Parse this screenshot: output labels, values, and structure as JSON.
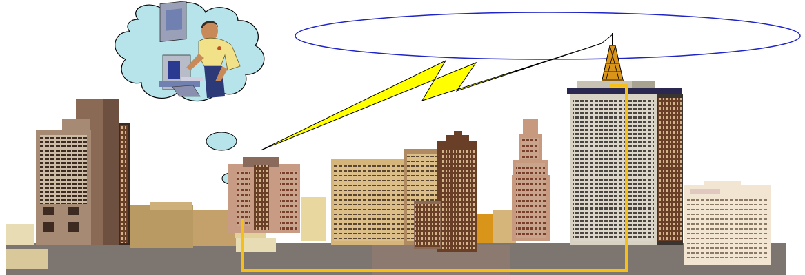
{
  "scene": {
    "elements": [
      "thought-cloud",
      "operator-at-workstation",
      "signal-lightning-bolt",
      "broadcast-coverage-ellipse",
      "radio-tower",
      "city-skyline",
      "yellow-cable-route"
    ]
  },
  "colors": {
    "ellipse_stroke": "#1f24c8",
    "lightning_fill": "#ffff00",
    "cloud_fill": "#b7e3ea",
    "cable": "#f5bf1a",
    "ground": "#7d7570",
    "tower_building": "#d8d2c4",
    "brick_building": "#8b6a55",
    "tan_building": "#d6b57a"
  }
}
